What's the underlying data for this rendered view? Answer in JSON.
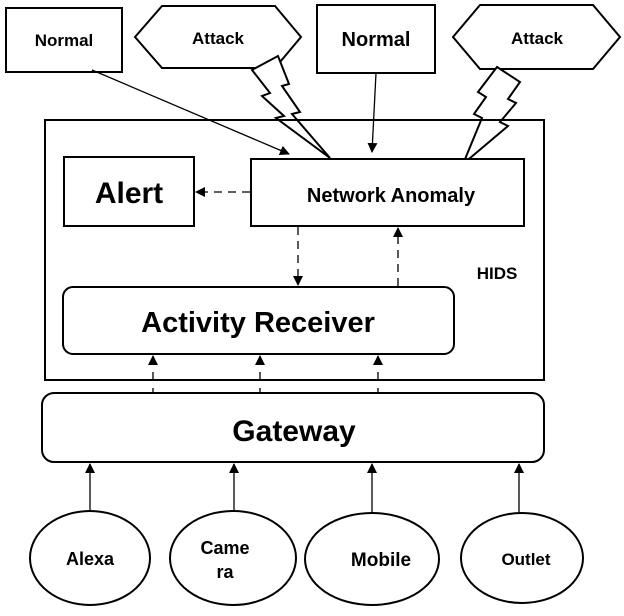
{
  "diagram": {
    "normal_left": "Normal",
    "attack_left": "Attack",
    "normal_right": "Normal",
    "attack_right": "Attack",
    "alert": "Alert",
    "network_anomaly": "Network Anomaly",
    "hids": "HIDS",
    "activity_receiver": "Activity Receiver",
    "gateway": "Gateway",
    "devices": {
      "alexa": "Alexa",
      "camera_line1": "Came",
      "camera_line2": "ra",
      "mobile": "Mobile",
      "outlet": "Outlet"
    }
  }
}
